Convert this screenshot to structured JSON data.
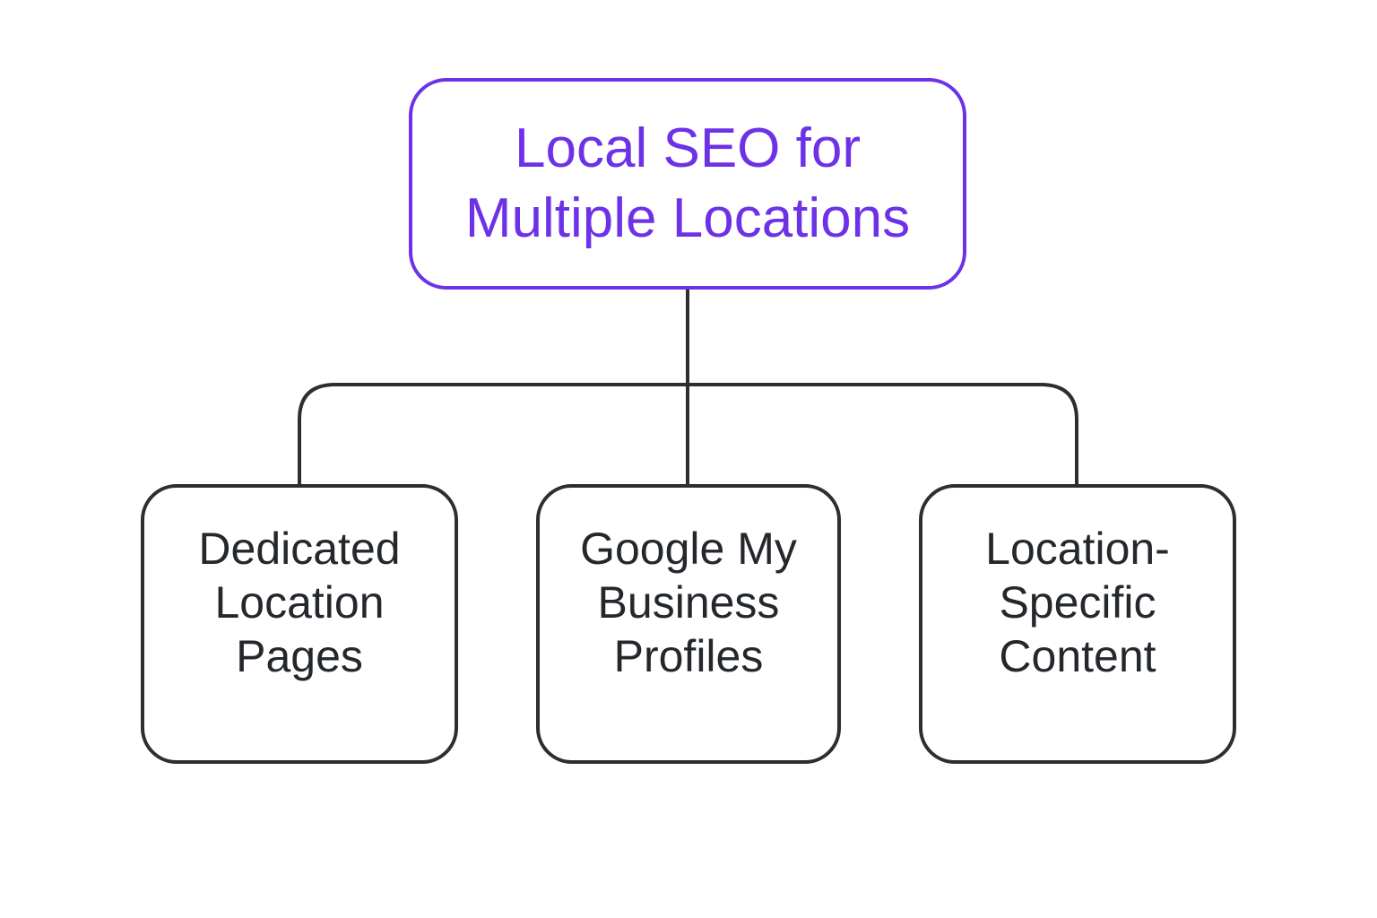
{
  "diagram": {
    "root": {
      "lines": [
        "Local SEO for",
        "Multiple Locations"
      ],
      "color": "#6d32e8"
    },
    "children": [
      {
        "lines": [
          "Dedicated",
          "Location",
          "Pages"
        ]
      },
      {
        "lines": [
          "Google My",
          "Business",
          "Profiles"
        ]
      },
      {
        "lines": [
          "Location-",
          "Specific",
          "Content"
        ]
      }
    ],
    "connector_color": "#2b2f33"
  }
}
